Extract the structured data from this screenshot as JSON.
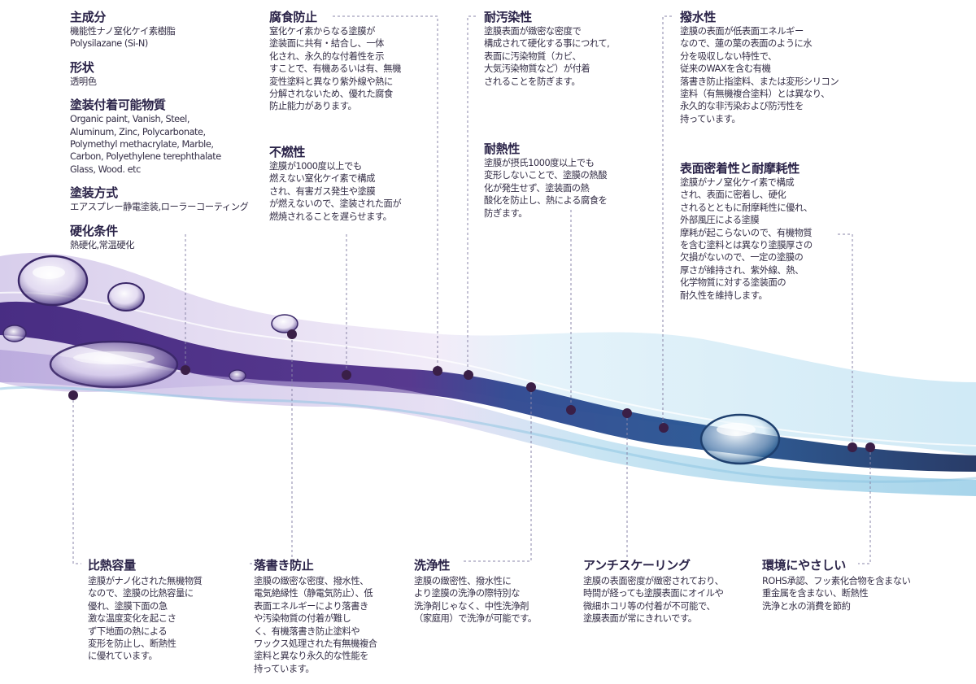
{
  "specs": [
    {
      "label": "主成分",
      "value": "機能性ナノ窒化ケイ素樹脂\nPolysilazane (Si-N)"
    },
    {
      "label": "形状",
      "value": "透明色"
    },
    {
      "label": "塗装付着可能物質",
      "value": "Organic paint, Vanish, Steel,\nAluminum, Zinc, Polycarbonate,\nPolymethyl methacrylate, Marble,\nCarbon, Polyethylene terephthalate\nGlass, Wood. etc"
    },
    {
      "label": "塗装方式",
      "value": "エアスプレー静電塗装,ローラーコーティング"
    },
    {
      "label": "硬化条件",
      "value": "熱硬化,常温硬化"
    }
  ],
  "features_top": [
    {
      "id": "anticorrosion",
      "title": "腐食防止",
      "text": "窒化ケイ素からなる塗膜が\n塗装面に共有・結合し、一体\n化され、永久的な付着性を示\nすことで、有機あるいは有、無機\n変性塗料と異なり紫外線や熱に\n分解されないため、優れた腐食\n防止能力があります。"
    },
    {
      "id": "nonflammable",
      "title": "不燃性",
      "text": "塗膜が1000度以上でも\n燃えない窒化ケイ素で構成\nされ、有害ガス発生や塗膜\nが燃えないので、塗装された面が\n燃焼されることを遅らせます。"
    },
    {
      "id": "antifouling",
      "title": "耐汚染性",
      "text": "塗膜表面が緻密な密度で\n構成されて硬化する事につれて,\n表面に汚染物質（カビ、\n大気汚染物質など）が付着\nされることを防ぎます。"
    },
    {
      "id": "heat",
      "title": "耐熱性",
      "text": "塗膜が摂氏1000度以上でも\n変形しないことで、塗膜の熱酸\n化が発生せず、塗装面の熱\n酸化を防止し、熱による腐食を\n防ぎます。"
    },
    {
      "id": "water",
      "title": "撥水性",
      "text": "塗膜の表面が低表面エネルギー\nなので、蓮の葉の表面のように水\n分を吸収しない特性で、\n従来のWAXを含む有機\n落書き防止指塗料、または変形シリコン\n塗料（有無機複合塗料）とは異なり、\n永久的な非汚染および防汚性を\n持っています。"
    },
    {
      "id": "adhesion",
      "title": "表面密着性と耐摩耗性",
      "text": "塗膜がナノ窒化ケイ素で構成\nされ、表面に密着し、硬化\nされるとともに耐摩耗性に優れ、\n外部風圧による塗膜\n摩耗が起こらないので、有機物質\nを含む塗料とは異なり塗膜厚さの\n欠損がないので、一定の塗膜の\n厚さが維持され、紫外線、熱、\n化学物質に対する塗装面の\n耐久性を維持します。"
    }
  ],
  "features_bottom": [
    {
      "id": "heat-capacity",
      "title": "比熱容量",
      "text": "塗膜がナノ化された無機物質\nなので、塗膜の比熱容量に\n優れ、塗膜下面の急\n激な温度変化を起こさ\nず下地面の熱による\n変形を防止し、断熱性\nに優れています。"
    },
    {
      "id": "anti-graffiti",
      "title": "落書き防止",
      "text": "塗膜の緻密な密度、撥水性、\n電気絶縁性（静電気防止）、低\n表面エネルギーにより落書き\nや汚染物質の付着が難し\nく、有機落書き防止塗料や\nワックス処理された有無機複合\n塗料と異なり永久的な性能を\n持っています。"
    },
    {
      "id": "washability",
      "title": "洗浄性",
      "text": "塗膜の緻密性、撥水性に\nより塗膜の洗浄の際特別な\n洗浄剤じゃなく、中性洗浄剤\n（家庭用）で洗浄が可能です。"
    },
    {
      "id": "antiscaling",
      "title": "アンチスケーリング",
      "text": "塗膜の表面密度が緻密されており、\n時間が経っても塗膜表面にオイルや\n微細ホコリ等の付着が不可能で、\n塗膜表面が常にきれいです。"
    },
    {
      "id": "eco",
      "title": "環境にやさしい",
      "text": "ROHS承認、フッ素化合物を含まない\n重金属を含まない、断熱性\n洗浄と水の消費を節約"
    }
  ],
  "colors": {
    "title": "#2a2348",
    "text": "#332d45",
    "dot": "#3a1f47",
    "connector": "#8a85a8",
    "wave_purple": "#3c1f7a",
    "wave_light_purple": "#b8a6dc",
    "wave_blue": "#2e8fc0",
    "wave_light_blue": "#a9d8ee"
  }
}
